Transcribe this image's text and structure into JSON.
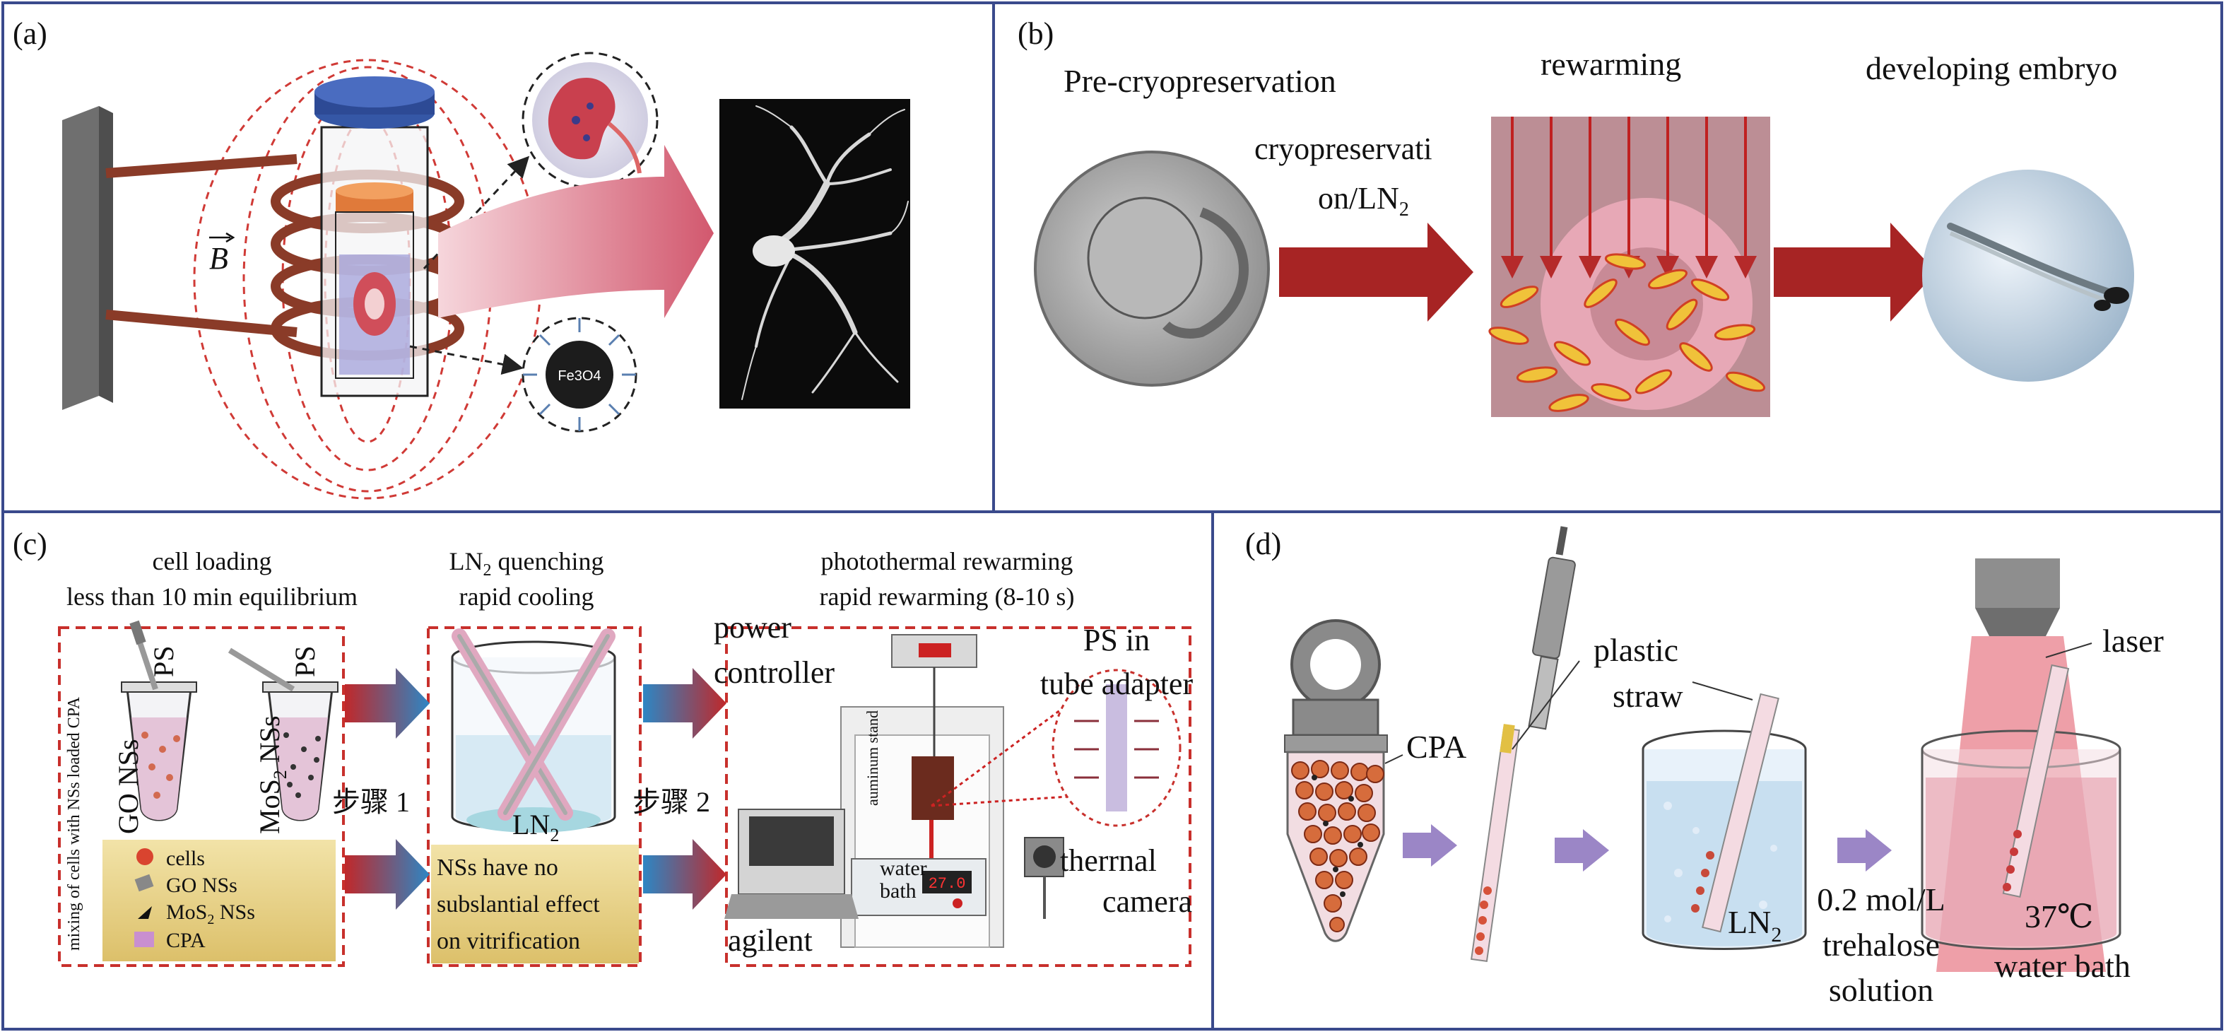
{
  "panels": {
    "a": {
      "tag": "(a)",
      "field_symbol": "B",
      "nanoparticle": "Fe3O4"
    },
    "b": {
      "tag": "(b)",
      "stage1": "Pre-cryopreservation",
      "arrow1_line1": "cryopreservati",
      "arrow1_line2": "on/LN",
      "arrow1_sub": "2",
      "stage2": "rewarming",
      "stage3": "developing embryo"
    },
    "c": {
      "tag": "(c)",
      "step1_line1": "cell loading",
      "step1_line2": "less than 10 min equilibrium",
      "step2_line1_main": "LN",
      "step2_line1_sub": "2",
      "step2_line1_rest": " quenching",
      "step2_line2": "rapid cooling",
      "step3_line1": "photothermal rewarming",
      "step3_line2": "rapid rewarming (8-10 s)",
      "vertical_note": "mixing of cells with NSs loaded CPA",
      "ps_label": "PS",
      "go_tube": "GO NSs",
      "mos2_tube_main": "MoS",
      "mos2_tube_sub": "2",
      "mos2_tube_rest": " NSs",
      "step_a": "步骤 1",
      "step_b": "步骤 2",
      "ln2_main": "LN",
      "ln2_sub": "2",
      "legend": {
        "cells": "cells",
        "go": "GO NSs",
        "mos2_main": "MoS",
        "mos2_sub": "2",
        "mos2_rest": " NSs",
        "cpa": "CPA"
      },
      "nss_note_line1": "NSs have no",
      "nss_note_line2": "subslantial effect",
      "nss_note_line3": "on vitrification",
      "power_line1": "power",
      "power_line2": "controller",
      "ps_in_line1": "PS in",
      "ps_in_line2": "tube adapter",
      "stand": "auminum stand",
      "water_line1": "water",
      "water_line2": "bath",
      "display": "27.0",
      "thermal_line1": "therrnal",
      "thermal_line2": "camera",
      "agilent": "agilent"
    },
    "d": {
      "tag": "(d)",
      "cpa": "CPA",
      "straw_line1": "plastic",
      "straw_line2": "straw",
      "ln2_main": "LN",
      "ln2_sub": "2",
      "tre_line1": "0.2 mol/L",
      "tre_line2": "trehalose",
      "tre_line3": "solution",
      "laser": "laser",
      "temp": "37℃",
      "bath": "water bath"
    }
  },
  "colors": {
    "border": "#3a4a8c",
    "dashed": "#c8302c",
    "red_arrow": "#b52a2a",
    "blue_arrow": "#2b7fb8",
    "legend_bg": "#e6d08a"
  }
}
